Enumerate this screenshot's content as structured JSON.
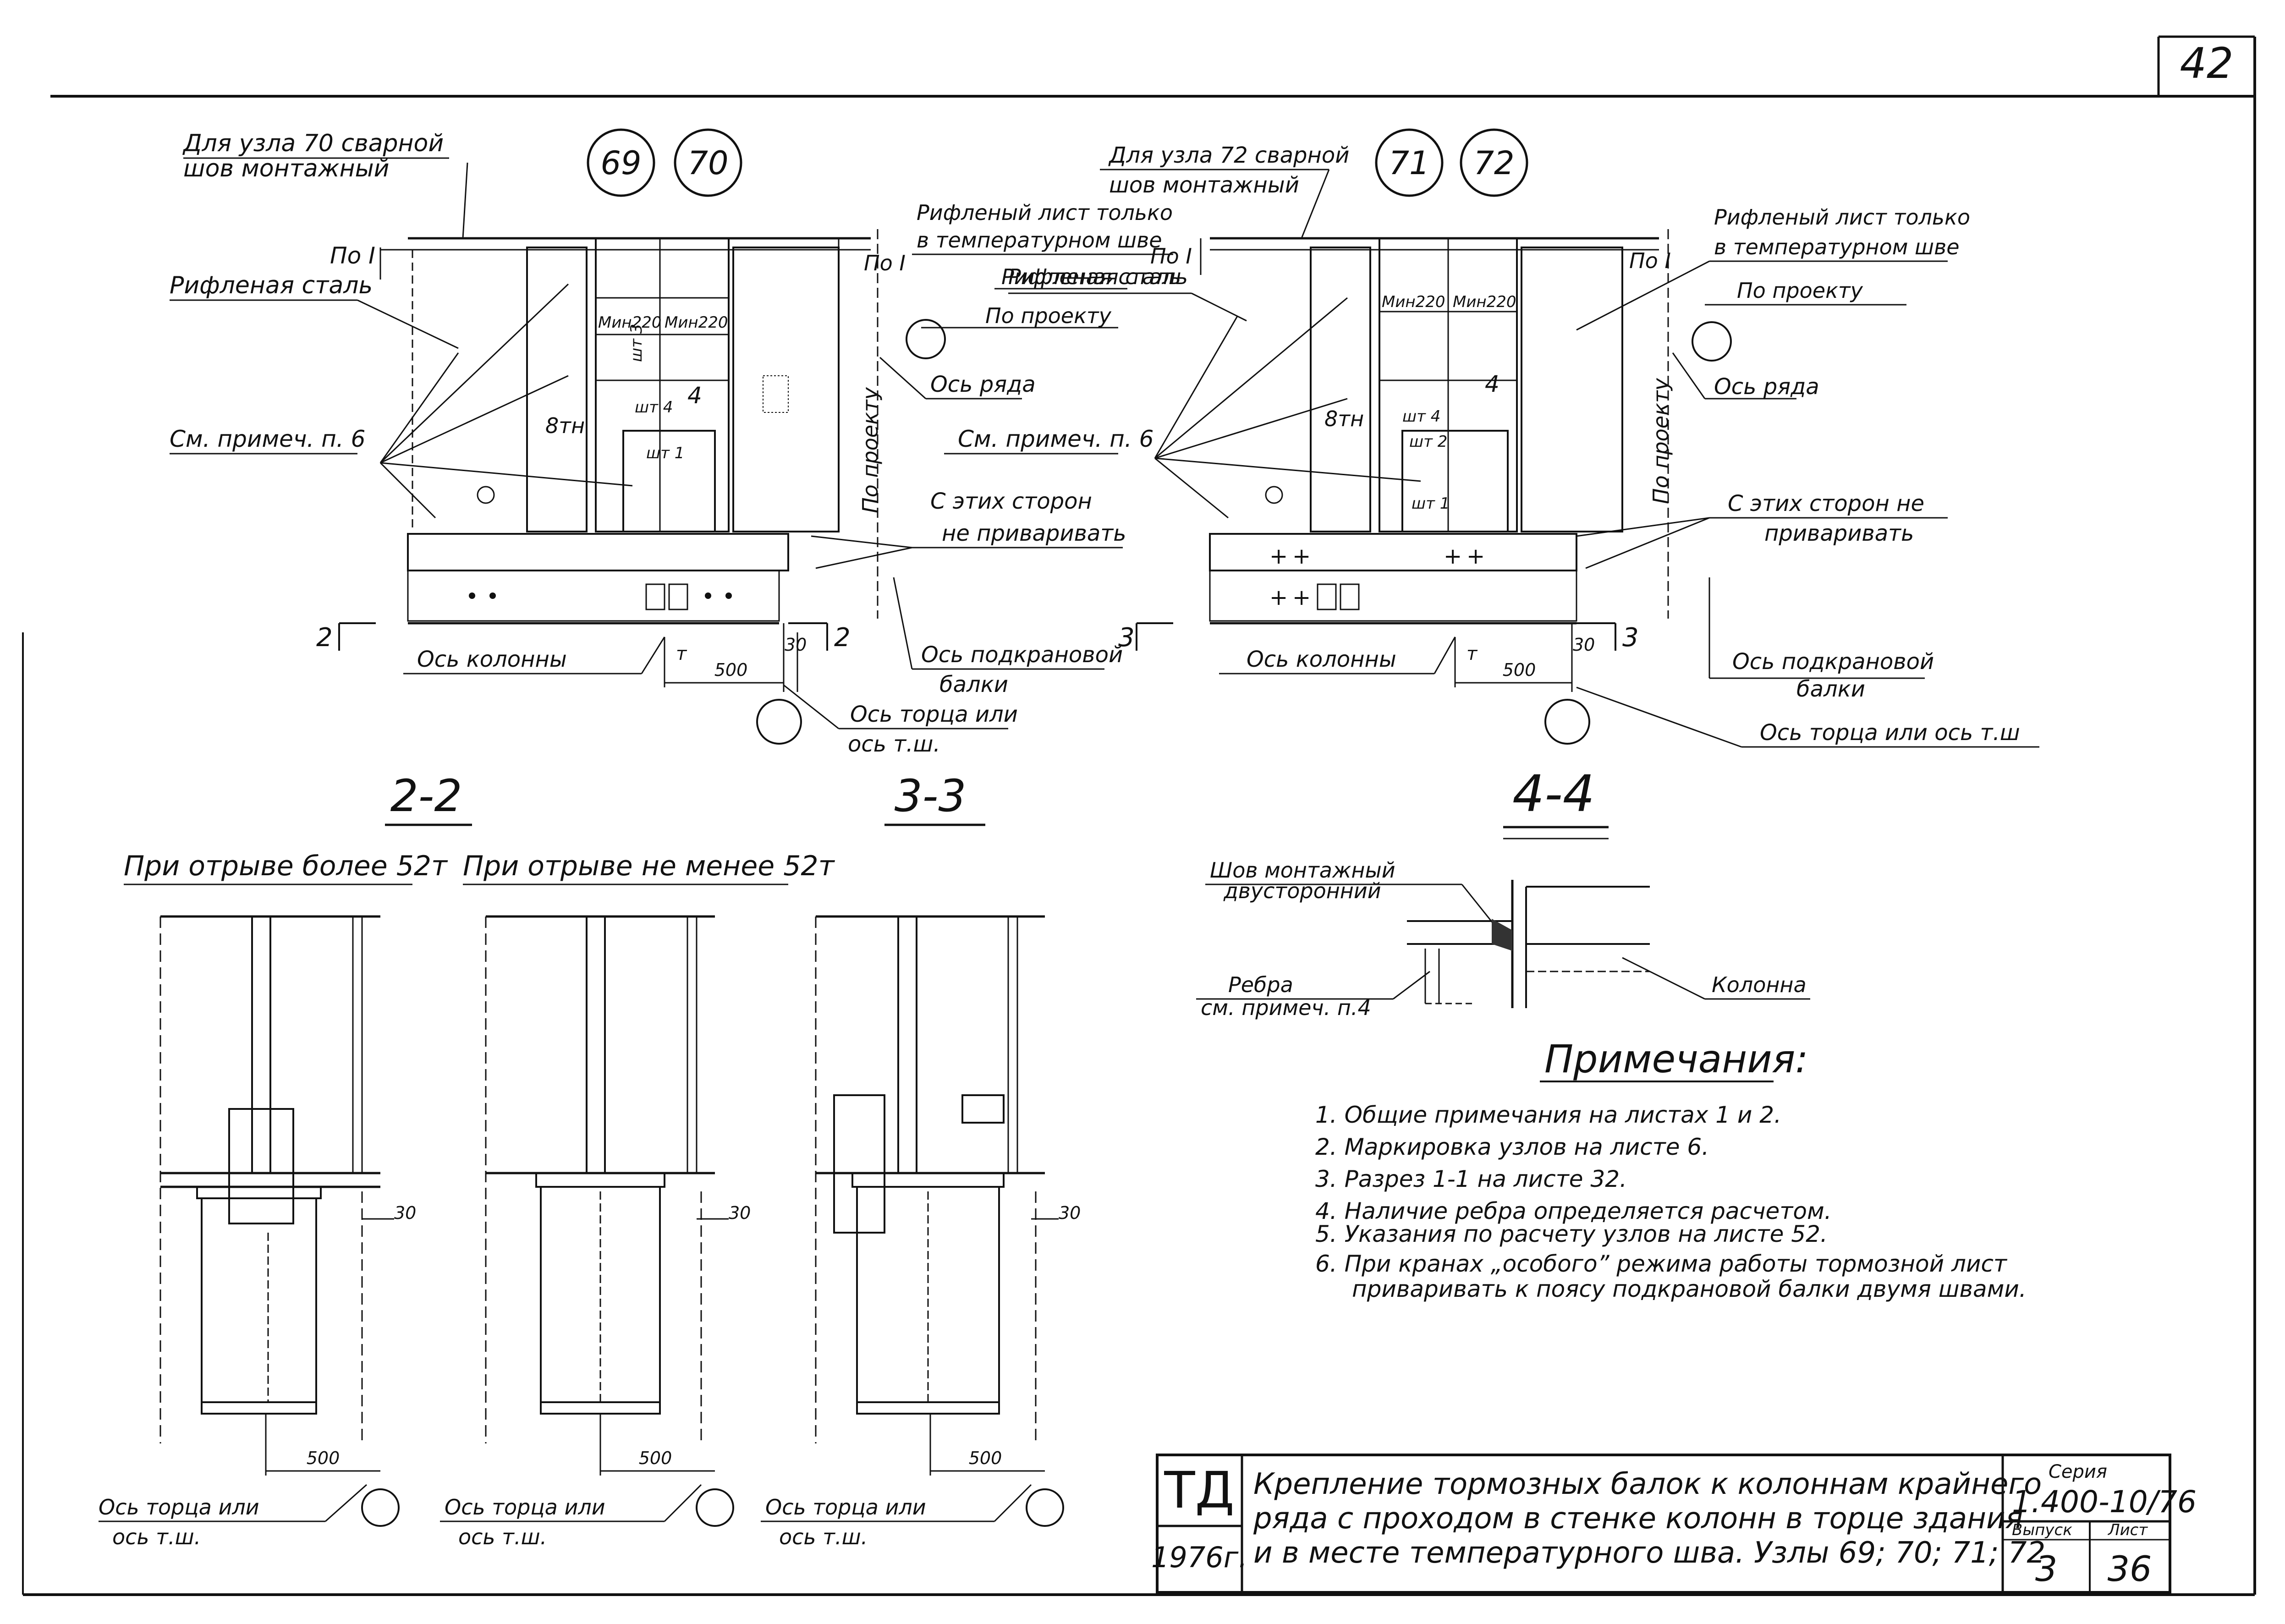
{
  "sheet_number": "42",
  "top_left": {
    "note_line1": "Для узла 70 сварной",
    "note_line2": "шов монтажный",
    "node_a": "69",
    "node_b": "70",
    "label_po1_left": "По I",
    "label_po1_right": "По I",
    "label_corrugated_steel": "Рифленая сталь",
    "label_corrugated_sheet_l1": "Рифленый лист только",
    "label_corrugated_sheet_l2": "в температурном шве",
    "label_corrugated_steel_2": "Рифленая сталь",
    "label_by_project": "По проекту",
    "label_row_axis": "Ось ряда",
    "label_see_note": "См. примеч. п. 6",
    "label_by_project_vertical": "По проекту",
    "label_no_weld_l1": "С этих сторон",
    "label_no_weld_l2": "не приваривать",
    "label_min220_a": "Мин220",
    "label_min220_b": "Мин220",
    "label_8tn": "8тн",
    "label_sht3": "шт 3",
    "label_sht4": "шт 4",
    "label_sht1": "шт 1",
    "label_4": "4",
    "label_section_2": "2",
    "label_column_axis": "Ось колонны",
    "label_t": "т",
    "dim_500": "500",
    "dim_30": "30",
    "label_crane_beam_l1": "Ось подкрановой",
    "label_crane_beam_l2": "балки",
    "label_end_axis_l1": "Ось торца или",
    "label_end_axis_l2": "ось т.ш."
  },
  "top_right": {
    "note_line1": "Для узла 72 сварной",
    "note_line2": "шов монтажный",
    "node_a": "71",
    "node_b": "72",
    "label_corrugated_sheet_l1": "Рифленый лист только",
    "label_corrugated_sheet_l2": "в температурном шве",
    "label_po1_left": "По I",
    "label_po1_right": "По I",
    "label_corrugated_steel": "Рифленая сталь",
    "label_by_project": "По проекту",
    "label_row_axis": "Ось ряда",
    "label_see_note": "См. примеч. п. 6",
    "label_by_project_vertical": "По проекту",
    "label_no_weld_l1": "С этих сторон не",
    "label_no_weld_l2": "приваривать",
    "label_min220_a": "Мин220",
    "label_min220_b": "Мин220",
    "label_8tn": "8тн",
    "label_sht4": "шт 4",
    "label_sht2": "шт 2",
    "label_sht1": "шт 1",
    "label_4": "4",
    "label_section_3": "3",
    "label_column_axis": "Ось колонны",
    "label_t": "т",
    "dim_500": "500",
    "dim_30": "30",
    "label_crane_beam_l1": "Ось подкрановой",
    "label_crane_beam_l2": "балки",
    "label_end_axis": "Ось торца или ось т.ш"
  },
  "section_2_2": {
    "title": "2-2",
    "subtitle_a": "При отрыве более 52т",
    "subtitle_b": "При отрыве не менее 52т",
    "dim_500_a": "500",
    "dim_30_a": "30",
    "dim_500_b": "500",
    "dim_30_b": "30",
    "end_axis_a_l1": "Ось торца или",
    "end_axis_a_l2": "ось т.ш.",
    "end_axis_b_l1": "Ось торца или",
    "end_axis_b_l2": "ось т.ш."
  },
  "section_3_3": {
    "title": "3-3",
    "dim_500": "500",
    "dim_30": "30",
    "end_axis_l1": "Ось торца или",
    "end_axis_l2": "ось т.ш."
  },
  "section_4_4": {
    "title": "4-4",
    "label_weld_l1": "Шов монтажный",
    "label_weld_l2": "двусторонний",
    "label_rib_l1": "Ребра",
    "label_rib_l2": "см. примеч. п.4",
    "label_column": "Колонна"
  },
  "notes": {
    "heading": "Примечания:",
    "items": [
      "1. Общие примечания на листах 1 и 2.",
      "2. Маркировка узлов на листе 6.",
      "3. Разрез 1-1 на листе 32.",
      "4. Наличие ребра определяется расчетом.",
      "5. Указания по расчету узлов на листе 52.",
      "6. При кранах „особого” режима работы тормозной лист",
      "приваривать к поясу подкрановой балки двумя швами."
    ]
  },
  "title_block": {
    "org": "ТД",
    "year": "1976г.",
    "title_l1": "Крепление тормозных балок к колоннам крайнего",
    "title_l2": "ряда с проходом в стенке колонн в торце здания",
    "title_l3": "и в месте температурного шва. Узлы 69; 70; 71; 72",
    "series_label": "Серия",
    "series_value": "1.400-10/76",
    "issue_label": "Выпуск",
    "issue_value": "3",
    "sheet_label": "Лист",
    "sheet_value": "36"
  }
}
